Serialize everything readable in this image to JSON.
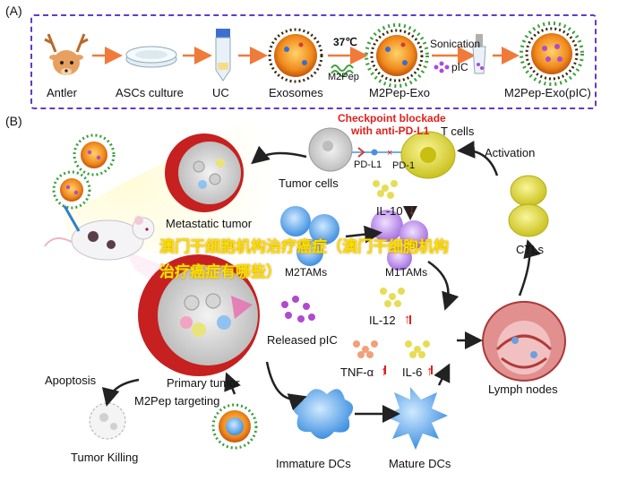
{
  "panel_a": {
    "label": "(A)",
    "steps": [
      "Antler",
      "ASCs culture",
      "UC",
      "Exosomes",
      "M2Pep-Exo",
      "M2Pep-Exo(pIC)"
    ],
    "temperature": "37℃",
    "m2pep": "M2Pep",
    "sonication": "Sonication",
    "pic": "pIC"
  },
  "panel_b": {
    "label": "(B)",
    "checkpoint_line1": "Checkpoint blockade",
    "checkpoint_line2": "with anti-PD-L1",
    "t_cells": "T cells",
    "pd_l1": "PD-L1",
    "pd_1": "PD-1",
    "activation": "Activation",
    "tumor_cells": "Tumor cells",
    "metastatic_tumor": "Metastatic tumor",
    "il10": "IL-10",
    "m2tams": "M2TAMs",
    "m1tams": "M1TAMs",
    "ctls": "CTLs",
    "il12": "IL-12",
    "released_pic": "Released pIC",
    "tnf": "TNF-α",
    "il6": "IL-6",
    "primary_tumor": "Primary tumor",
    "apoptosis": "Apoptosis",
    "m2pep_targeting": "M2Pep targeting",
    "tumor_killing": "Tumor Killing",
    "immature_dcs": "Immature DCs",
    "mature_dcs": "Mature DCs",
    "lymph_nodes": "Lymph nodes"
  },
  "overlay": {
    "text": "澳门干细胞机构治疗癌症（澳门干细胞机构治疗癌症有哪些）"
  },
  "colors": {
    "frame": "#5b3ec8",
    "arrow_orange": "#f07a3a",
    "red_text": "#e0201c",
    "overlay_yellow": "#f7e000"
  }
}
